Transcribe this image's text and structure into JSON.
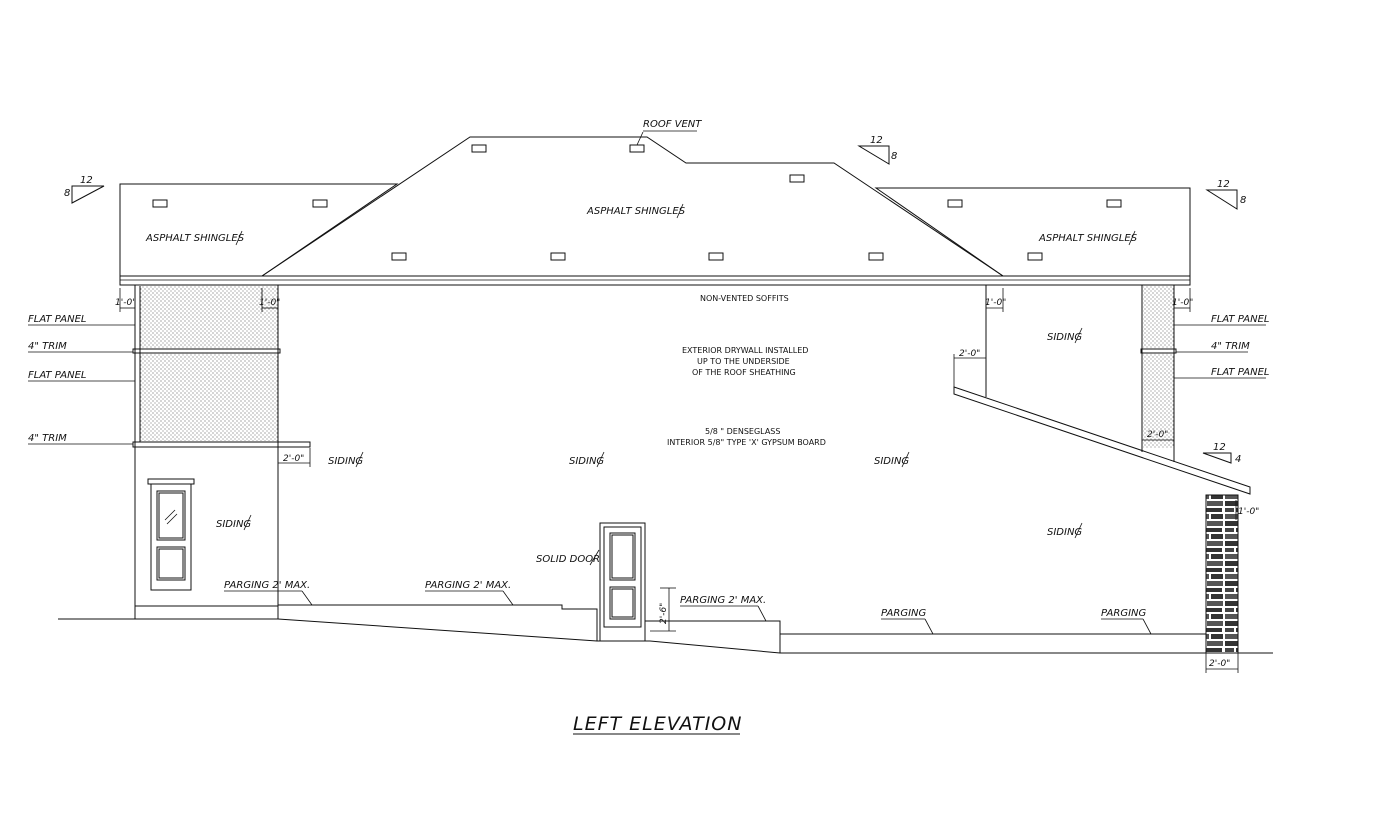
{
  "drawing": {
    "title": "LEFT ELEVATION",
    "roof": {
      "roof_vent": "ROOF VENT",
      "shingles_left": "ASPHALT SHINGLES",
      "shingles_center": "ASPHALT SHINGLES",
      "shingles_right": "ASPHALT SHINGLES",
      "soffit": "NON-VENTED SOFFITS"
    },
    "slopes": {
      "left": {
        "run": "12",
        "rise": "8"
      },
      "center": {
        "run": "12",
        "rise": "8"
      },
      "right": {
        "run": "12",
        "rise": "8"
      },
      "porch": {
        "run": "12",
        "rise": "4"
      }
    },
    "notes": {
      "drywall_1": "EXTERIOR DRYWALL INSTALLED",
      "drywall_2": "UP TO THE UNDERSIDE",
      "drywall_3": "OF THE ROOF SHEATHING",
      "dense_1": "5/8 \" DENSEGLASS",
      "dense_2": "INTERIOR 5/8\" TYPE 'X' GYPSUM BOARD"
    },
    "left_callouts": {
      "flat_panel_1": "FLAT PANEL",
      "trim_1": "4\" TRIM",
      "flat_panel_2": "FLAT PANEL",
      "trim_2": "4\" TRIM"
    },
    "right_callouts": {
      "flat_panel_1": "FLAT PANEL",
      "trim": "4\" TRIM",
      "flat_panel_2": "FLAT PANEL"
    },
    "siding": {
      "s1": "SIDING",
      "s2": "SIDING",
      "s3": "SIDING",
      "s4": "SIDING",
      "s5": "SIDING",
      "s6": "SIDING"
    },
    "door": "SOLID DOOR",
    "parging": {
      "p1": "PARGING 2' MAX.",
      "p2": "PARGING 2' MAX.",
      "p3": "PARGING 2' MAX.",
      "p4": "PARGING",
      "p5": "PARGING"
    },
    "dimensions": {
      "d1": "1'-0\"",
      "d2": "1'-0\"",
      "d3": "1'-0\"",
      "d4": "1'-0\"",
      "d5": "2'-0\"",
      "d6": "2'-0\"",
      "d7": "2'-0\"",
      "d8": "1'-0\"",
      "d9": "2'-6\"",
      "d10": "2'-0\""
    }
  }
}
